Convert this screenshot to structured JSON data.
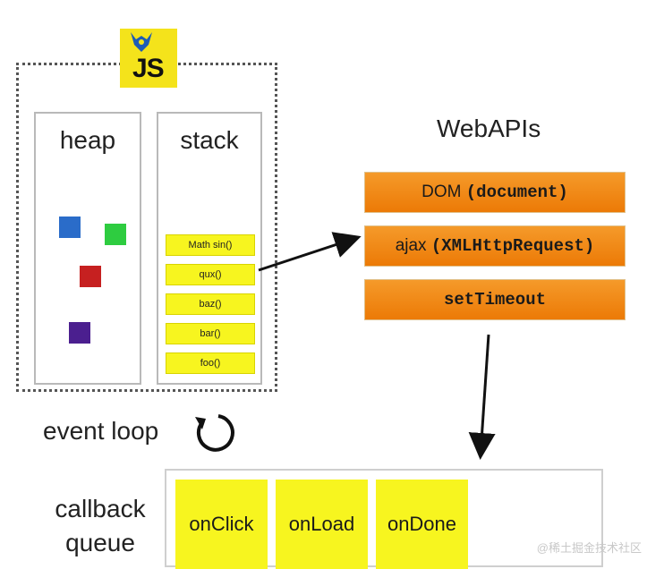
{
  "logo": {
    "text": "JS",
    "icon": "js-engine-logo"
  },
  "heap": {
    "title": "heap",
    "object_colors": [
      "#2a6cc9",
      "#2ecc40",
      "#c62020",
      "#4b1f8f"
    ]
  },
  "stack": {
    "title": "stack",
    "frames": [
      "Math sin()",
      "qux()",
      "baz()",
      "bar()",
      "foo()"
    ],
    "frame_color": "#f7f51f"
  },
  "webapis": {
    "title": "WebAPIs",
    "items": [
      {
        "label": "DOM",
        "code": "(document)"
      },
      {
        "label": "ajax",
        "code": "(XMLHttpRequest)"
      },
      {
        "label": "",
        "code": "setTimeout"
      }
    ],
    "color": "#ef8410"
  },
  "event_loop": {
    "label": "event loop",
    "icon": "refresh-cycle-icon"
  },
  "callback_queue": {
    "label_line1": "callback",
    "label_line2": "queue",
    "items": [
      "onClick",
      "onLoad",
      "onDone"
    ]
  },
  "watermark": "@稀土掘金技术社区"
}
